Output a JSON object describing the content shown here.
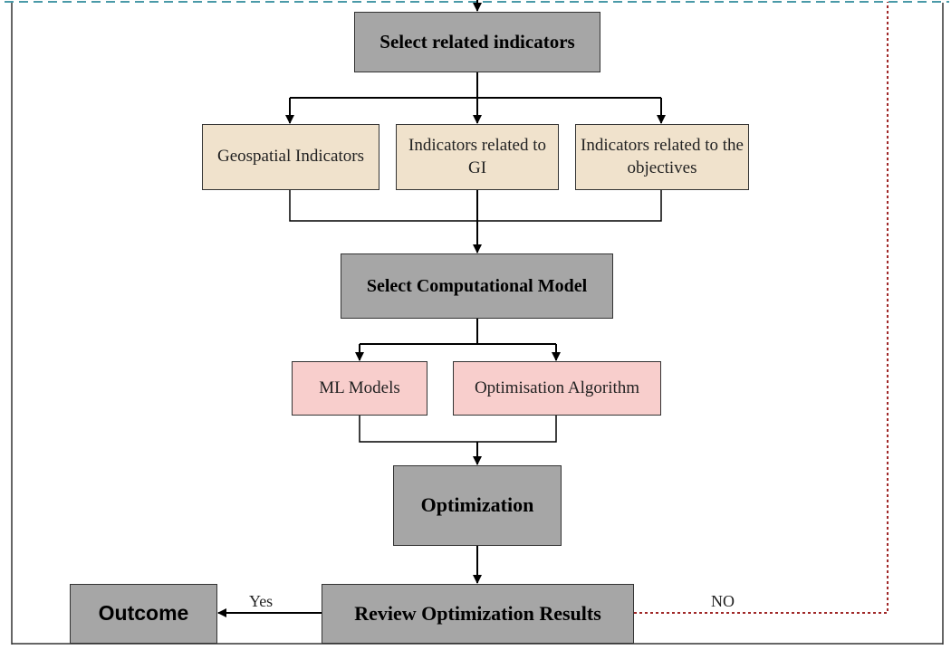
{
  "nodes": {
    "select_indicators": "Select related indicators",
    "geospatial": "Geospatial Indicators",
    "gi_related": "Indicators related to GI",
    "objectives_related": "Indicators related to the objectives",
    "select_model": "Select Computational Model",
    "ml_models": "ML Models",
    "optimisation_algorithm": "Optimisation Algorithm",
    "optimization": "Optimization",
    "review": "Review Optimization Results",
    "outcome": "Outcome"
  },
  "edges": {
    "yes_label": "Yes",
    "no_label": "NO"
  },
  "colors": {
    "process_fill": "#a6a6a6",
    "indicator_fill": "#f0e2cc",
    "model_fill": "#f8cecc",
    "feedback_dashed": "#4a9aa8",
    "no_loop": "#a02828"
  }
}
